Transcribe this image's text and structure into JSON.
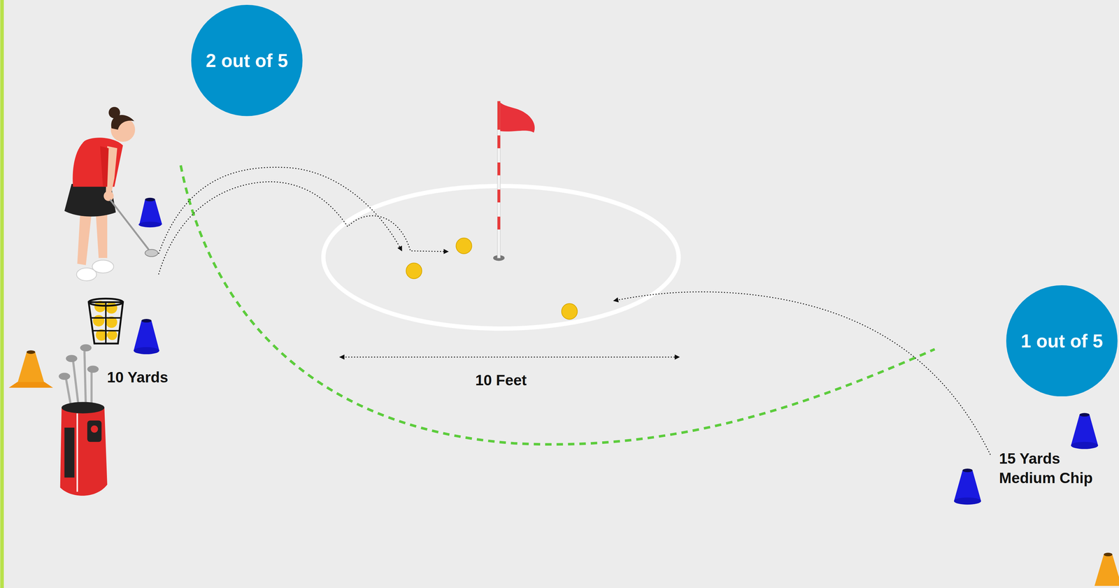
{
  "diagram": {
    "nodes": [
      {
        "text": [
          "2 out of 5"
        ]
      },
      {
        "text": [
          "1 out of 5"
        ]
      }
    ],
    "labels": [
      "10 Yards",
      "10 Feet",
      "15 Yards Medium Chip"
    ]
  }
}
